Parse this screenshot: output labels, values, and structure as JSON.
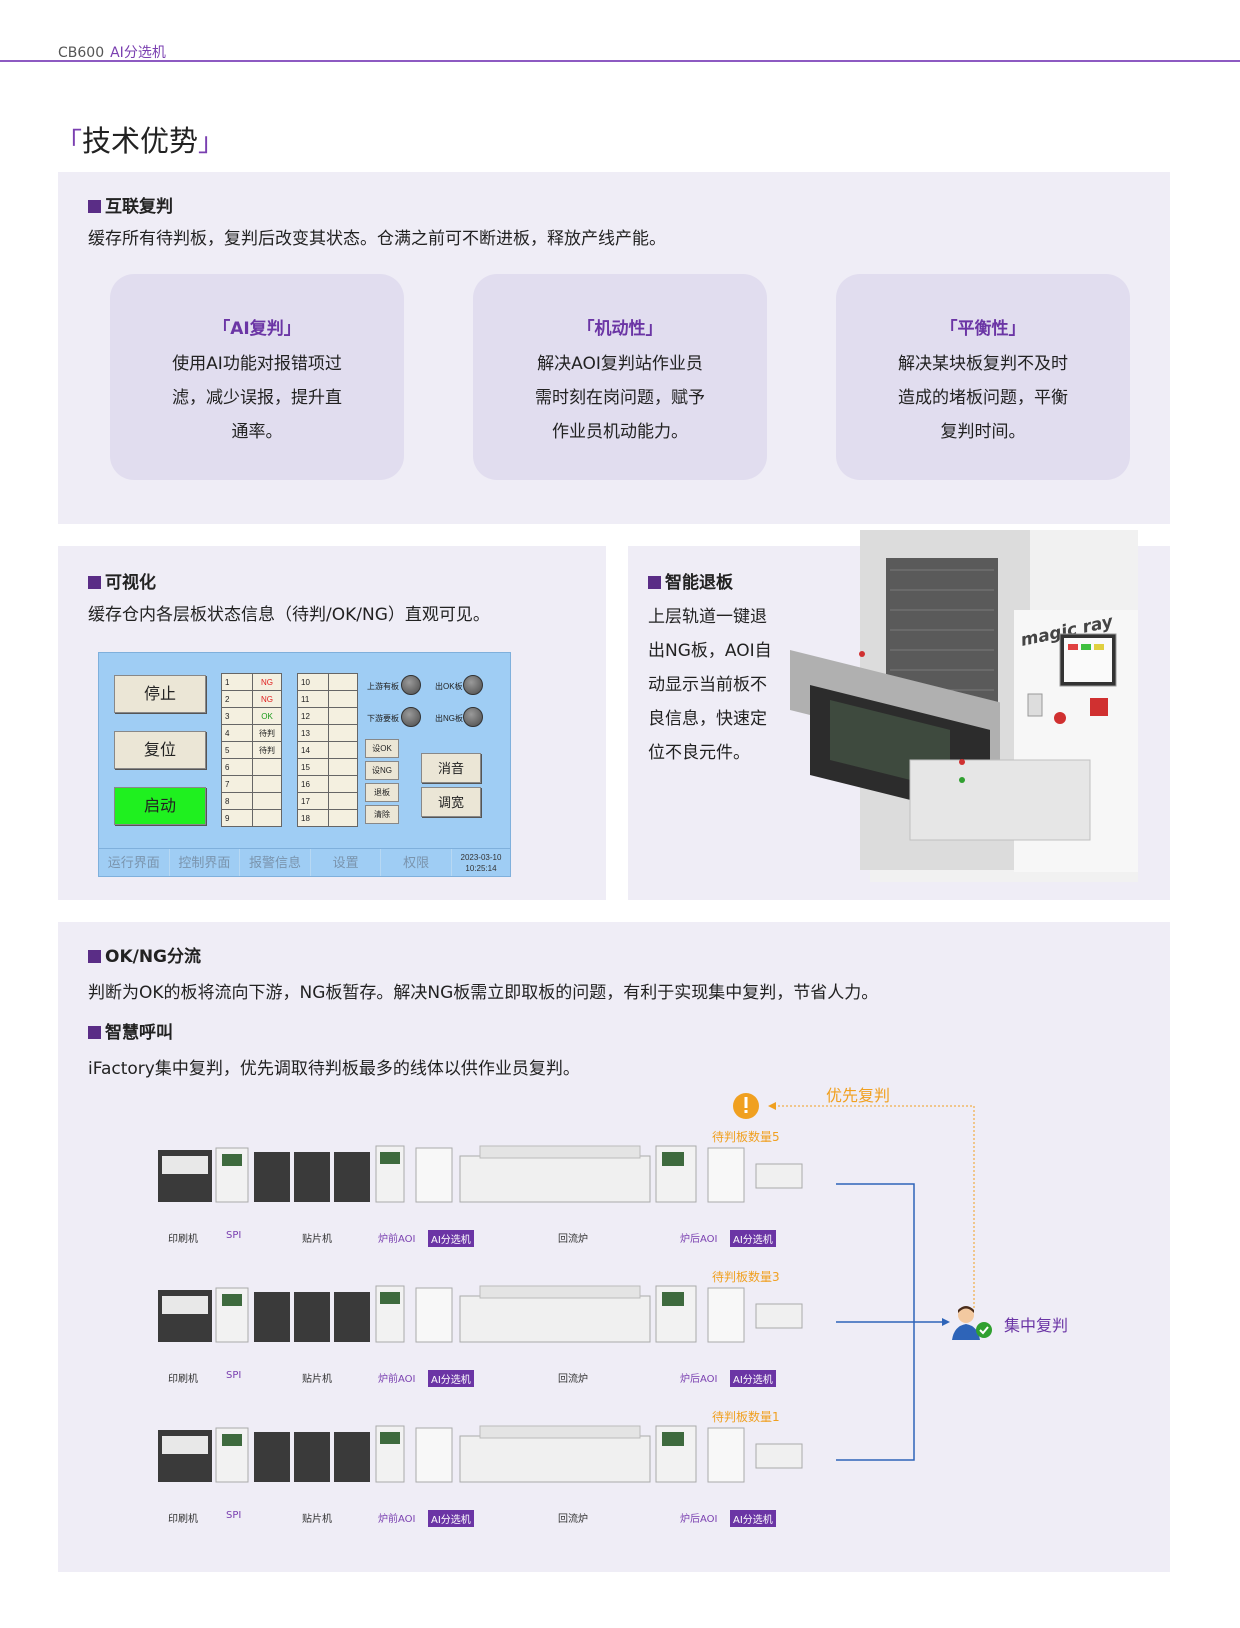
{
  "header": {
    "model": "CB600",
    "product": "AI分选机"
  },
  "page_title": "技术优势",
  "interconnect": {
    "title": "互联复判",
    "body": "缓存所有待判板，复判后改变其状态。仓满之前可不断进板，释放产线产能。",
    "cards": [
      {
        "title": "「AI复判」",
        "lines": [
          "使用AI功能对报错项过",
          "滤，减少误报，提升直",
          "通率。"
        ]
      },
      {
        "title": "「机动性」",
        "lines": [
          "解决AOI复判站作业员",
          "需时刻在岗问题，赋予",
          "作业员机动能力。"
        ]
      },
      {
        "title": "「平衡性」",
        "lines": [
          "解决某块板复判不及时",
          "造成的堵板问题，平衡",
          "复判时间。"
        ]
      }
    ]
  },
  "visual": {
    "title": "可视化",
    "body": "缓存仓内各层板状态信息（待判/OK/NG）直观可见。",
    "hmi": {
      "buttons": [
        "停止",
        "复位",
        "启动"
      ],
      "table1": [
        {
          "n": "1",
          "v": "NG"
        },
        {
          "n": "2",
          "v": "NG"
        },
        {
          "n": "3",
          "v": "OK"
        },
        {
          "n": "4",
          "v": "待判"
        },
        {
          "n": "5",
          "v": "待判"
        },
        {
          "n": "6",
          "v": ""
        },
        {
          "n": "7",
          "v": ""
        },
        {
          "n": "8",
          "v": ""
        },
        {
          "n": "9",
          "v": ""
        }
      ],
      "table2": [
        "10",
        "11",
        "12",
        "13",
        "14",
        "15",
        "16",
        "17",
        "18"
      ],
      "indicators": [
        "上游有板",
        "出OK板",
        "下游要板",
        "出NG板"
      ],
      "small_buttons": [
        "设OK",
        "设NG",
        "退板",
        "清除"
      ],
      "mid_buttons": [
        "消音",
        "调宽"
      ],
      "nav": [
        "运行界面",
        "控制界面",
        "报警信息",
        "设置",
        "权限"
      ],
      "date": "2023-03-10",
      "time": "10:25:14"
    }
  },
  "retreat": {
    "title": "智能退板",
    "lines": [
      "上层轨道一键退",
      "出NG板，AOI自",
      "动显示当前板不",
      "良信息，快速定",
      "位不良元件。"
    ],
    "machine_logo": "magic ray"
  },
  "flow": {
    "title": "OK/NG分流",
    "body": "判断为OK的板将流向下游，NG板暂存。解决NG板需立即取板的问题，有利于实现集中复判，节省人力。"
  },
  "call": {
    "title": "智慧呼叫",
    "body": "iFactory集中复判，优先调取待判板最多的线体以供作业员复判。",
    "priority_label": "优先复判",
    "central_label": "集中复判",
    "machine_labels": [
      "印刷机",
      "SPI",
      "贴片机",
      "炉前AOI",
      "AI分选机",
      "回流炉",
      "炉后AOI",
      "AI分选机"
    ],
    "counts": [
      "待判板数量5",
      "待判板数量3",
      "待判板数量1"
    ],
    "colors": {
      "accent": "#6b35a5",
      "warning": "#f0a020",
      "line": "#2e64b8"
    }
  }
}
